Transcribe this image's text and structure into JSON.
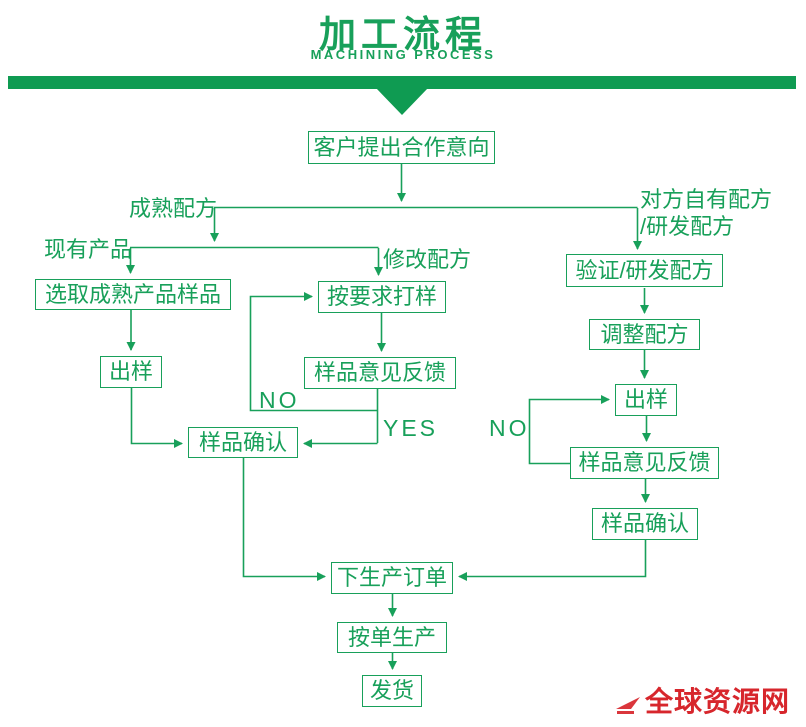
{
  "header": {
    "title": "加工流程",
    "subtitle": "MACHINING PROCESS"
  },
  "colors": {
    "green": "#18a05a",
    "bar_green": "#0f9b52",
    "red": "#d7262c"
  },
  "nodes": {
    "customer_intent": "客户提出合作意向",
    "select_mature_sample": "选取成熟产品样品",
    "sample_out_left": "出样",
    "proof_on_request": "按要求打样",
    "sample_feedback_mid": "样品意见反馈",
    "sample_confirm_mid": "样品确认",
    "verify_develop_formula": "验证/研发配方",
    "adjust_formula": "调整配方",
    "sample_out_right": "出样",
    "sample_feedback_right": "样品意见反馈",
    "sample_confirm_right": "样品确认",
    "production_order": "下生产订单",
    "produce_by_order": "按单生产",
    "ship": "发货"
  },
  "labels": {
    "mature_formula": "成熟配方",
    "existing_product": "现有产品",
    "modify_formula": "修改配方",
    "own_formula_line1": "对方自有配方",
    "own_formula_line2": "/研发配方",
    "no_mid": "NO",
    "yes_mid": "YES",
    "no_right": "NO"
  },
  "watermark": {
    "text": "全球资源网"
  }
}
